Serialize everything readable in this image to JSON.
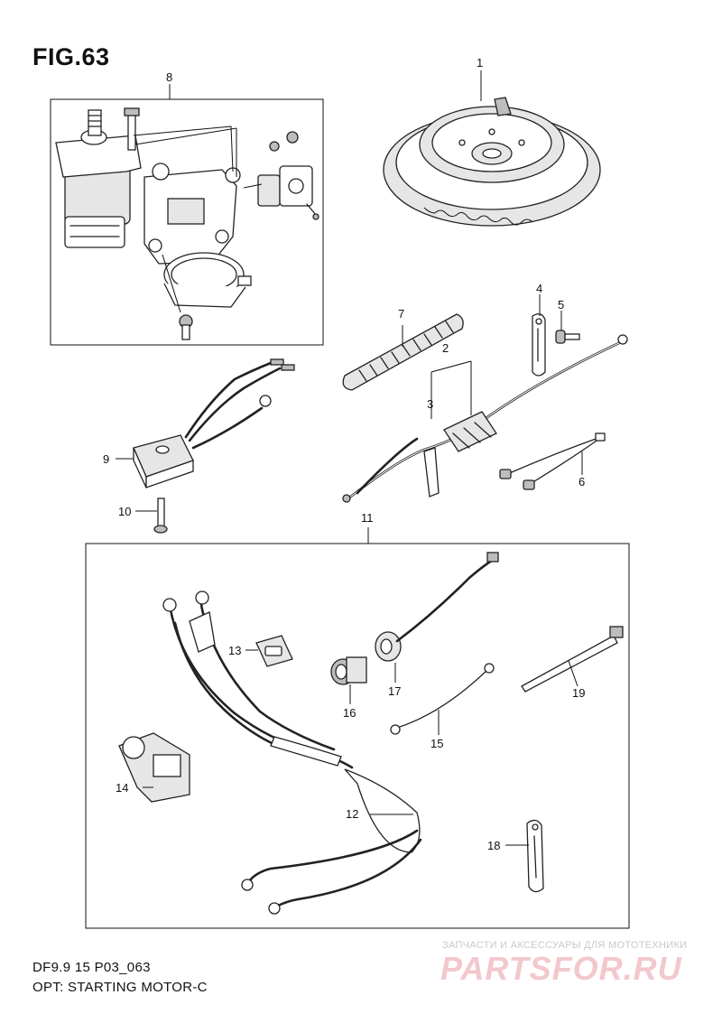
{
  "figure": {
    "title": "FIG.63"
  },
  "footer": {
    "model_code": "DF9.9 15 P03_063",
    "description": "OPT: STARTING MOTOR-C"
  },
  "watermark": {
    "tagline": "ЗАПЧАСТИ И АКСЕССУАРЫ ДЛЯ МОТОТЕХНИКИ",
    "logo": "PARTSFOR.RU",
    "color": "#e8a0a8"
  },
  "callouts": [
    {
      "id": "1",
      "label": "1"
    },
    {
      "id": "2",
      "label": "2"
    },
    {
      "id": "3",
      "label": "3"
    },
    {
      "id": "4",
      "label": "4"
    },
    {
      "id": "5",
      "label": "5"
    },
    {
      "id": "6",
      "label": "6"
    },
    {
      "id": "7",
      "label": "7"
    },
    {
      "id": "8",
      "label": "8"
    },
    {
      "id": "9",
      "label": "9"
    },
    {
      "id": "10",
      "label": "10"
    },
    {
      "id": "11",
      "label": "11"
    },
    {
      "id": "12",
      "label": "12"
    },
    {
      "id": "13",
      "label": "13"
    },
    {
      "id": "14",
      "label": "14"
    },
    {
      "id": "15",
      "label": "15"
    },
    {
      "id": "16",
      "label": "16"
    },
    {
      "id": "17",
      "label": "17"
    },
    {
      "id": "18",
      "label": "18"
    },
    {
      "id": "19",
      "label": "19"
    }
  ]
}
